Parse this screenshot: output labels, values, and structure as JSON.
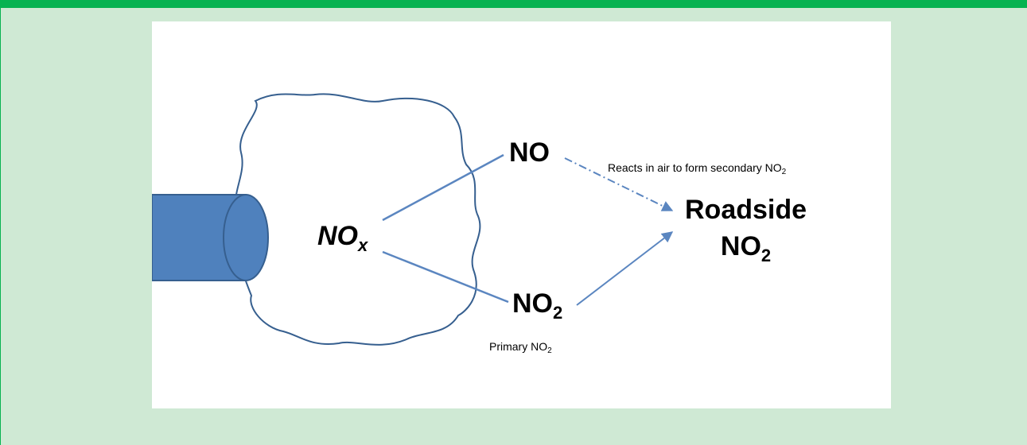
{
  "diagram": {
    "nox": {
      "main": "NO",
      "sub": "x"
    },
    "no": "NO",
    "no2": {
      "main": "NO",
      "sub": "2"
    },
    "primary_caption": {
      "main": "Primary NO",
      "sub": "2"
    },
    "reaction_caption": {
      "main": "Reacts in air to form secondary NO",
      "sub": "2"
    },
    "roadside": {
      "line1": "Roadside",
      "line2_main": "NO",
      "line2_sub": "2"
    }
  },
  "colors": {
    "header_green": "#07b351",
    "background": "#cfe9d4",
    "pipe_fill": "#4f81bd",
    "outline": "#365f8f",
    "arrow": "#5b86c0"
  }
}
